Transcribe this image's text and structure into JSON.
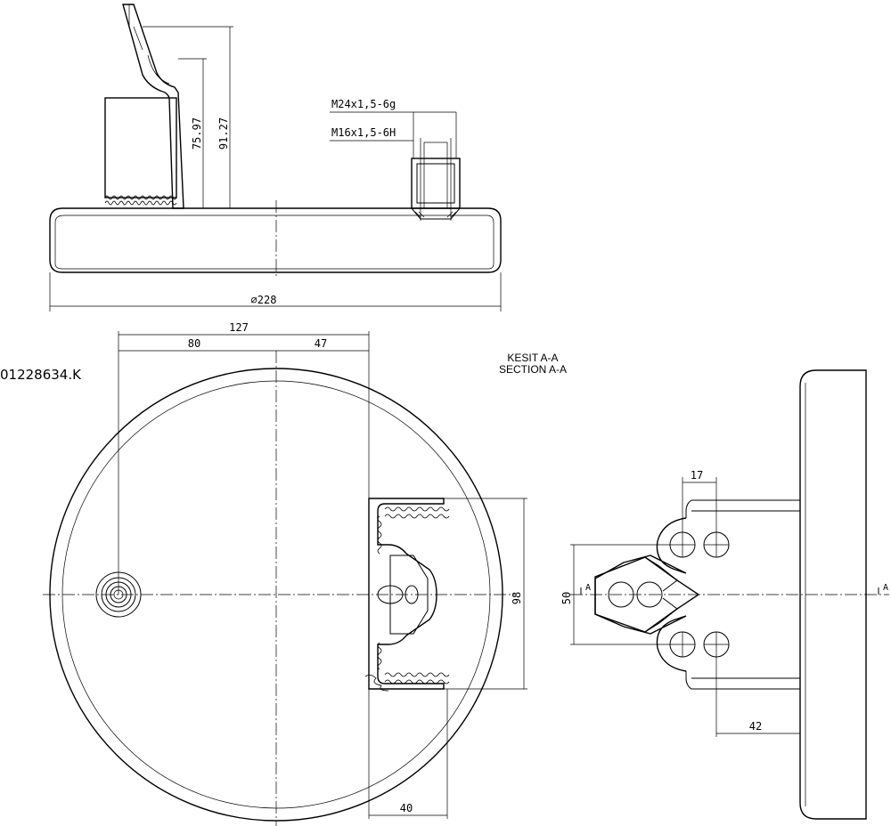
{
  "drawing": {
    "part_number": "01228634.K",
    "section_title_tr": "KESIT A-A",
    "section_title_en": "SECTION A-A",
    "thread_outer": "M24x1,5-6g",
    "thread_inner": "M16x1,5-6H",
    "section_marker_left": "A",
    "section_marker_right": "A"
  },
  "dimensions": {
    "diameter": "⌀228",
    "height_bracket": "91.27",
    "height_inner": "75.97",
    "width_total": "127",
    "width_left": "80",
    "width_right": "47",
    "height_clip": "98",
    "width_clip": "40",
    "section_top": "17",
    "section_height": "50",
    "section_bottom": "42"
  }
}
